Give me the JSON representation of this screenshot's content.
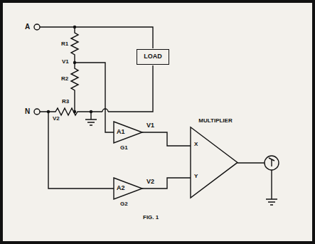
{
  "diagram": {
    "caption": "FIG. 1",
    "nodes": [
      {
        "text": [
          "LOAD"
        ]
      },
      {
        "text": [
          "A1"
        ]
      },
      {
        "text": [
          "A2"
        ]
      },
      {
        "text": [
          "MULTIPLIER"
        ]
      }
    ],
    "edges": [
      {
        "from": 1,
        "to": 3,
        "arrow": "none",
        "label": "V1"
      },
      {
        "from": 2,
        "to": 3,
        "arrow": "none",
        "label": "V2"
      }
    ],
    "labels": [
      "A",
      "N",
      "R1",
      "V1",
      "R2",
      "R3",
      "V2",
      "X",
      "Y",
      "G1",
      "G2"
    ]
  }
}
